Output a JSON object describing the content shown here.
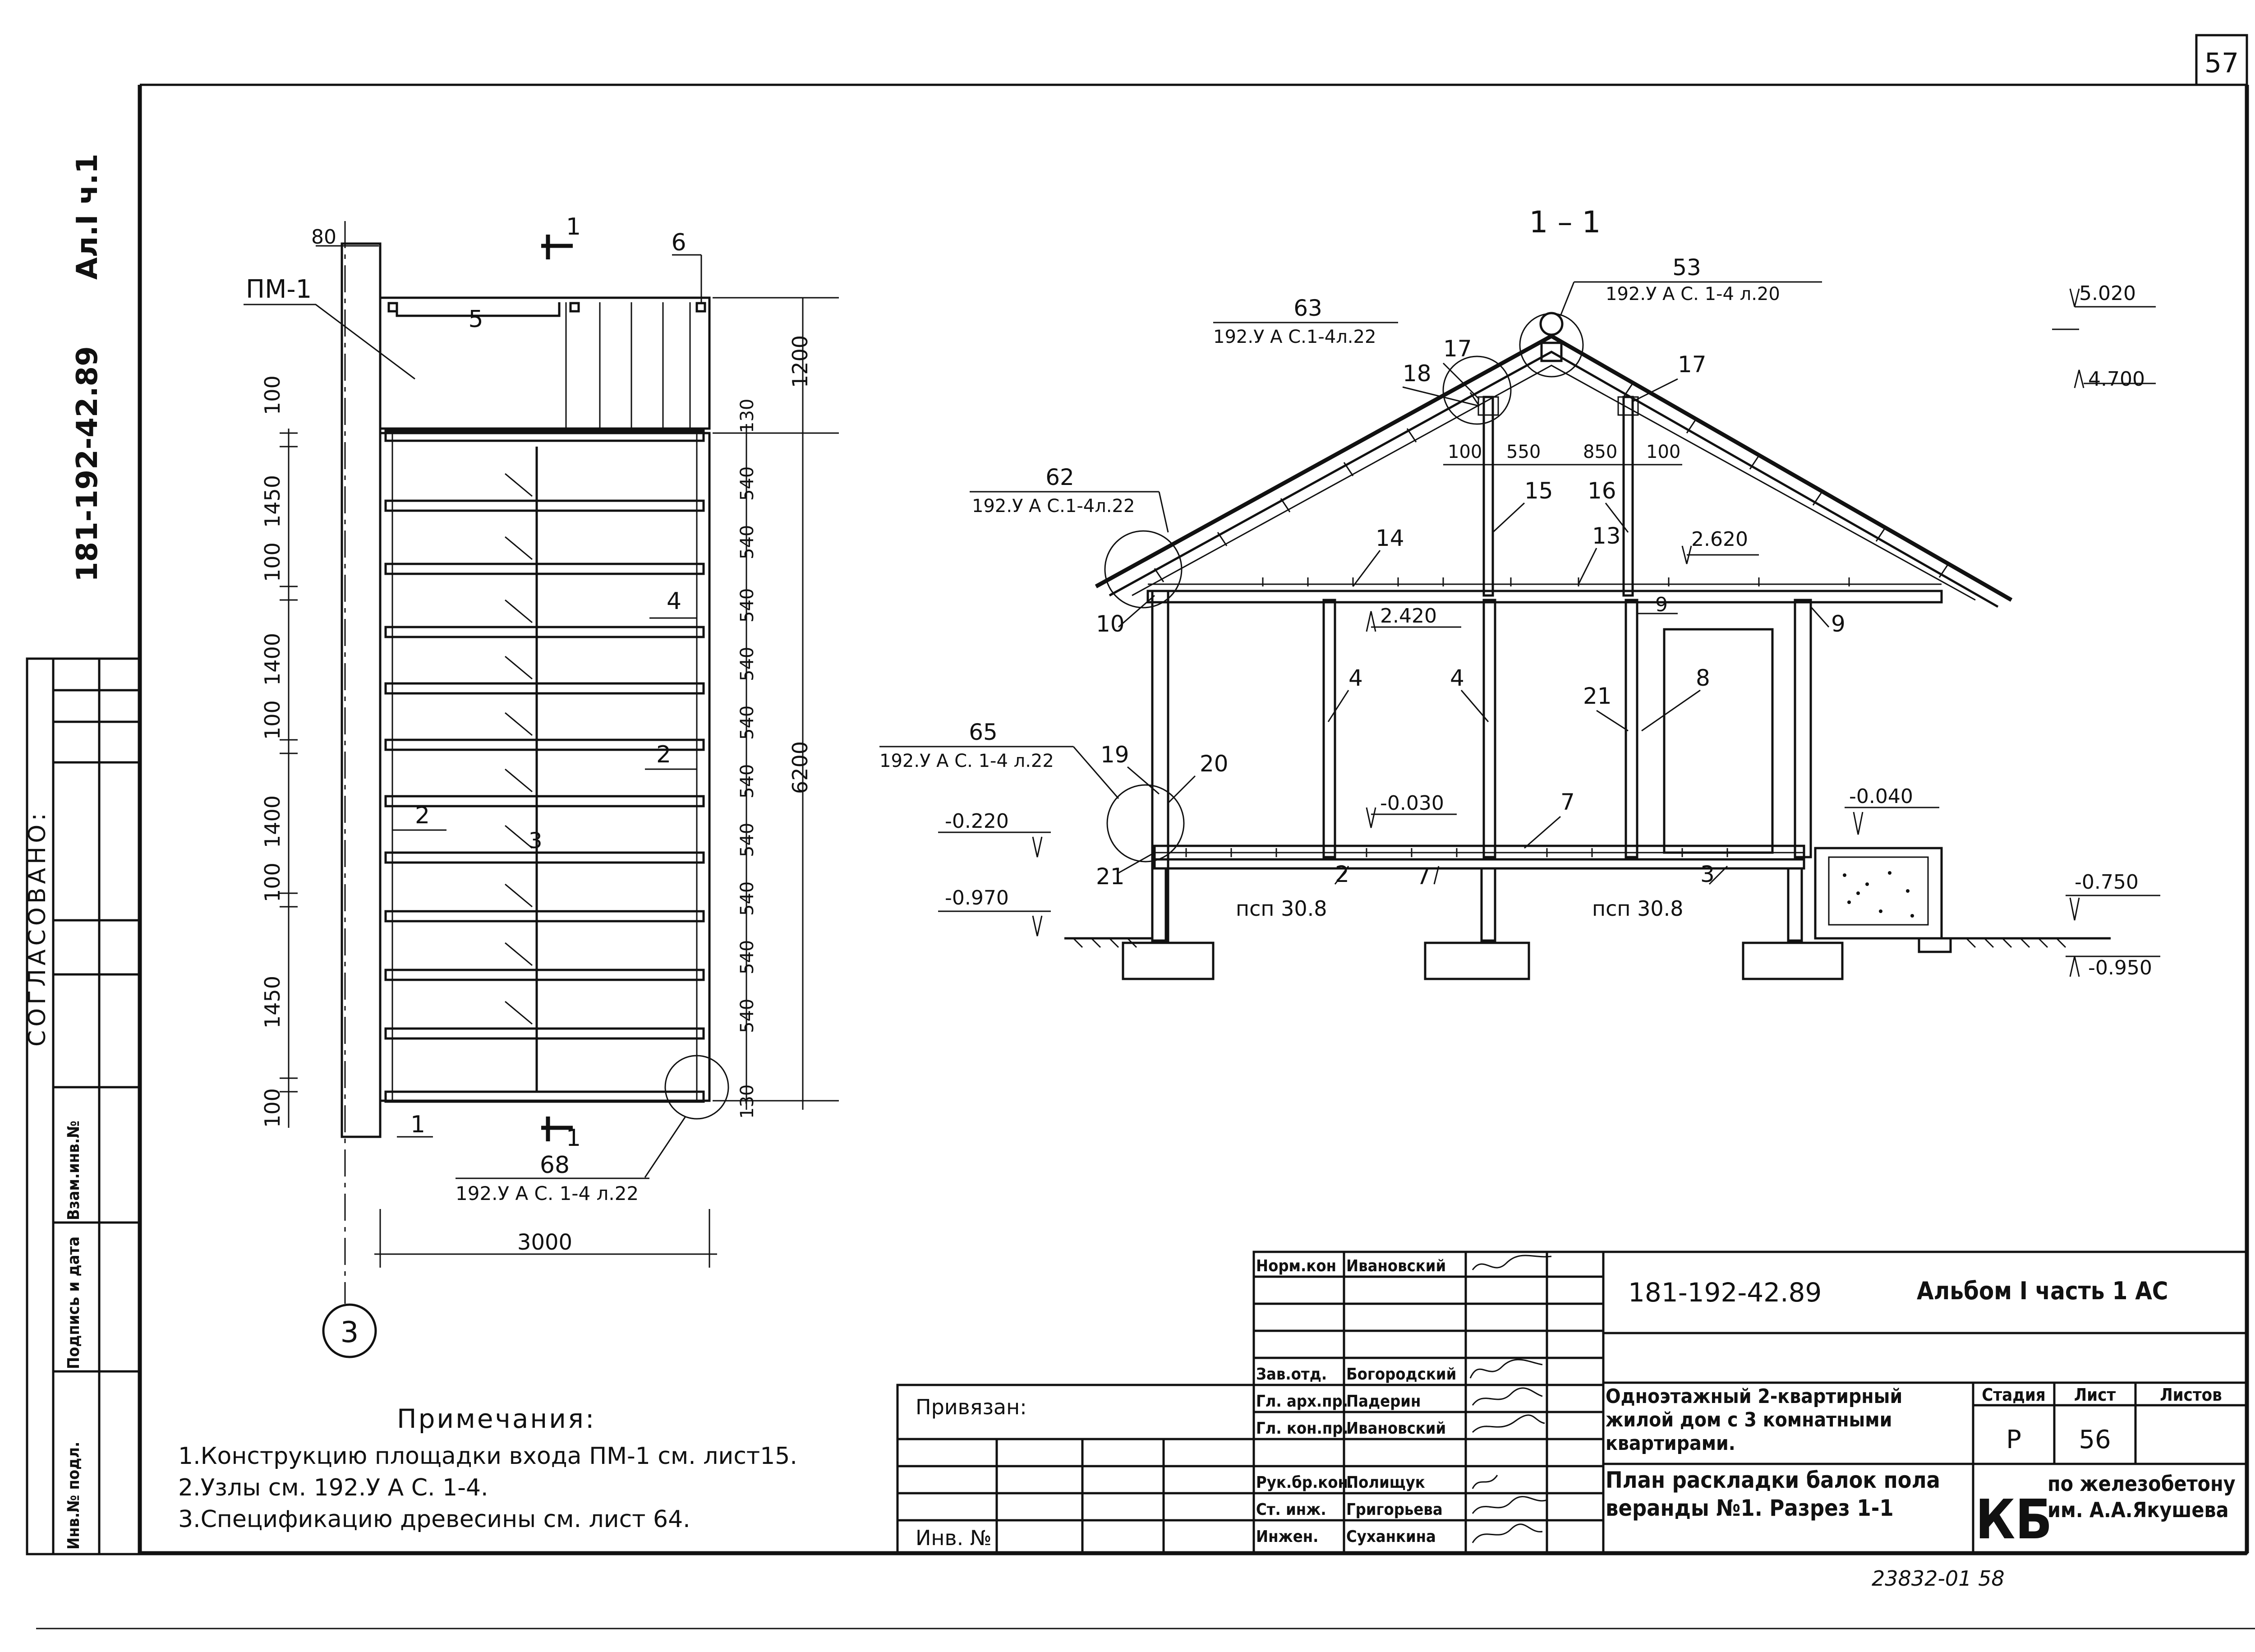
{
  "page_number": "57",
  "side_stamp": {
    "code": "181-192-42.89",
    "album": "Ал.I ч.1",
    "agreed": "СОГЛАСОВАНО:"
  },
  "side_columns": [
    "Инв.№ подл.",
    "Подпись и дата",
    "Взам.инв.№"
  ],
  "plan": {
    "pm_label": "ПМ-1",
    "section_mark": "1",
    "axis": "3",
    "dims_top": {
      "d80": "80",
      "d1200": "1200",
      "d130_top": "130",
      "d130_bot": "130"
    },
    "dims_left": [
      "100",
      "1450",
      "100",
      "1400",
      "100",
      "1400",
      "100",
      "1450",
      "100"
    ],
    "dims_right": [
      "540",
      "540",
      "540",
      "540",
      "540",
      "540",
      "540",
      "540",
      "540",
      "540"
    ],
    "dim_total_h": "6200",
    "dim_total_w": "3000",
    "labels": {
      "l5": "5",
      "l6": "6",
      "l4": "4",
      "l2a": "2",
      "l2b": "2",
      "l3": "3",
      "l1": "1"
    },
    "node_ref": {
      "num": "68",
      "ref": "192.У А С. 1-4 л.22"
    }
  },
  "section": {
    "title": "1 – 1",
    "refs": [
      {
        "num": "63",
        "ref": "192.У А С.1-4л.22"
      },
      {
        "num": "53",
        "ref": "192.У А С. 1-4 л.20"
      },
      {
        "num": "62",
        "ref": "192.У А С.1-4л.22"
      },
      {
        "num": "65",
        "ref": "192.У А С. 1-4 л.22"
      }
    ],
    "elevations": [
      "5.020",
      "4.700",
      "2.620",
      "2.420",
      "-0.030",
      "-0.220",
      "-0.970",
      "-0.040",
      "-0.750",
      "-0.950"
    ],
    "dims": [
      "100",
      "550",
      "850",
      "100"
    ],
    "labels": [
      "17",
      "18",
      "17",
      "15",
      "16",
      "14",
      "13",
      "10",
      "9",
      "9",
      "4",
      "4",
      "21",
      "8",
      "19",
      "20",
      "21",
      "7",
      "2",
      "7",
      "3"
    ],
    "beam_labels": [
      "псп 30.8",
      "псп 30.8"
    ]
  },
  "notes": {
    "title": "Примечания:",
    "items": [
      "1.Конструкцию площадки входа ПМ-1 см. лист15.",
      "2.Узлы  см. 192.У А С. 1-4.",
      "3.Спецификацию древесины см. лист 64."
    ]
  },
  "title_block": {
    "code": "181-192-42.89",
    "album": "Альбом I часть 1 АС",
    "bound": "Привязан:",
    "inv": "Инв. №",
    "roles": [
      "Норм.кон",
      "",
      "",
      "",
      "Зав.отд.",
      "Гл. арх.пр.",
      "Гл. кон.пр.",
      "Рук.бр.кон.",
      "Ст. инж.",
      "Инжен."
    ],
    "names": [
      "Ивановский",
      "",
      "",
      "",
      "Богородский",
      "Падерин",
      "Ивановский",
      "Полищук",
      "Григорьева",
      "Суханкина"
    ],
    "object": "Одноэтажный 2-квартирный жилой дом с 3 комнатными квартирами.",
    "sheet_title": "План раскладки балок пола веранды №1. Разрез 1-1",
    "stage_hdr": "Стадия",
    "sheet_hdr": "Лист",
    "sheets_hdr": "Листов",
    "stage": "Р",
    "sheet": "56",
    "org_logo": "КБ",
    "org": "по железобетону им. А.А.Якушева"
  },
  "bottom_stamp": "23832-01  58"
}
